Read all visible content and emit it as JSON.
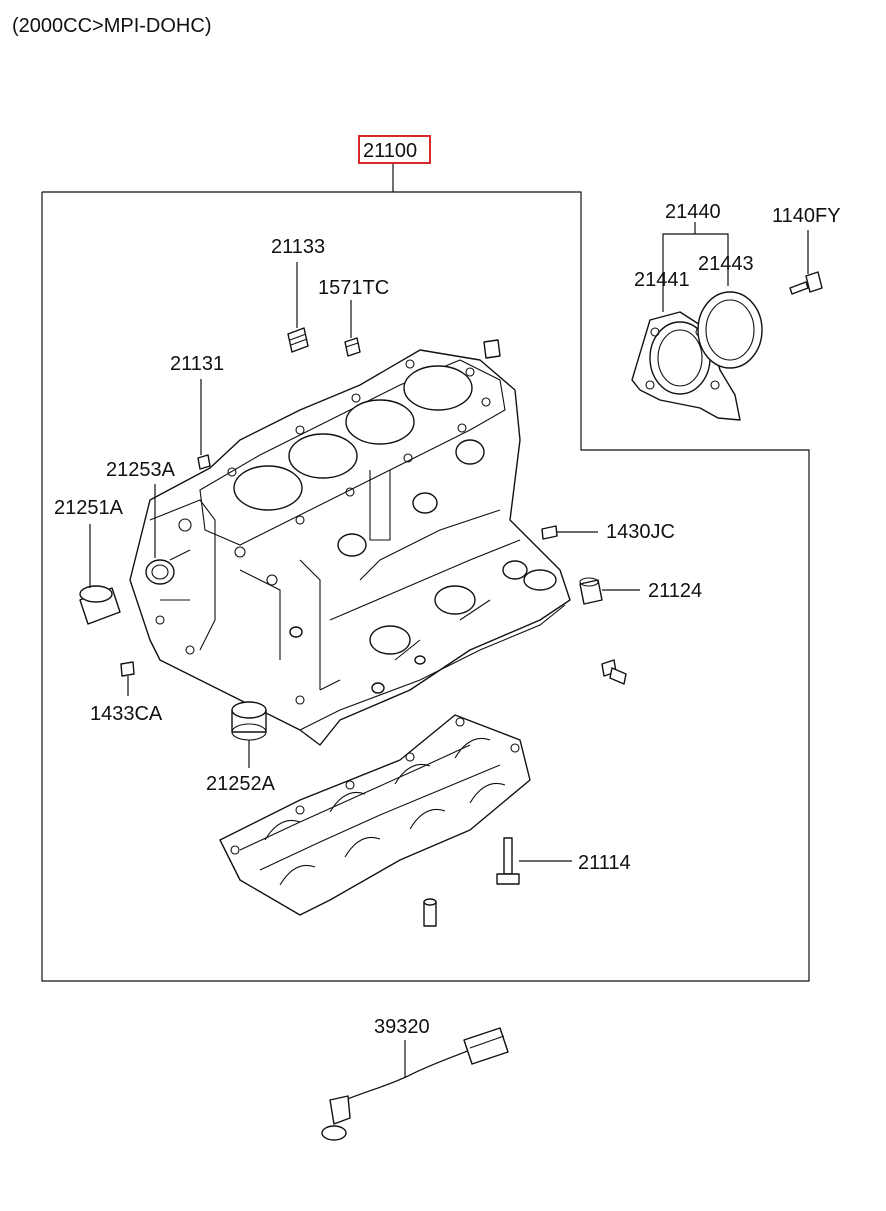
{
  "header": {
    "title": "(2000CC>MPI-DOHC)"
  },
  "labels": {
    "main": "21100",
    "p21133": "21133",
    "p1571TC": "1571TC",
    "p21131": "21131",
    "p21253A": "21253A",
    "p21251A": "21251A",
    "p1433CA": "1433CA",
    "p21252A": "21252A",
    "p21440": "21440",
    "p21441": "21441",
    "p21443": "21443",
    "p1140FY": "1140FY",
    "p1430JC": "1430JC",
    "p21124": "21124",
    "p21114": "21114",
    "p39320": "39320"
  },
  "colors": {
    "highlight_box": "#d62828",
    "line": "#111111"
  }
}
